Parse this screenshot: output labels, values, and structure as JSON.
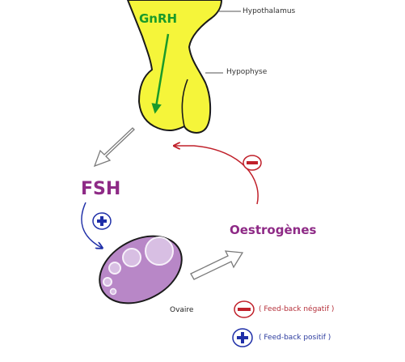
{
  "labels": {
    "gnrh": "GnRH",
    "hypothalamus": "Hypothalamus",
    "hypophyse": "Hypophyse",
    "fsh": "FSH",
    "oestrogenes": "Oestrogènes",
    "ovaire": "Ovaire"
  },
  "signs": {
    "minus": "−",
    "plus": "+"
  },
  "legend": {
    "negative": "( Feed-back négatif )",
    "positive": "( Feed-back positif )"
  },
  "colors": {
    "gland_fill": "#f5f53a",
    "gnrh": "#1a9a2a",
    "hormone_purple": "#8e2a86",
    "negative_red": "#c0202a",
    "positive_blue": "#1f2fa8",
    "ovary_fill": "#b887c7"
  }
}
